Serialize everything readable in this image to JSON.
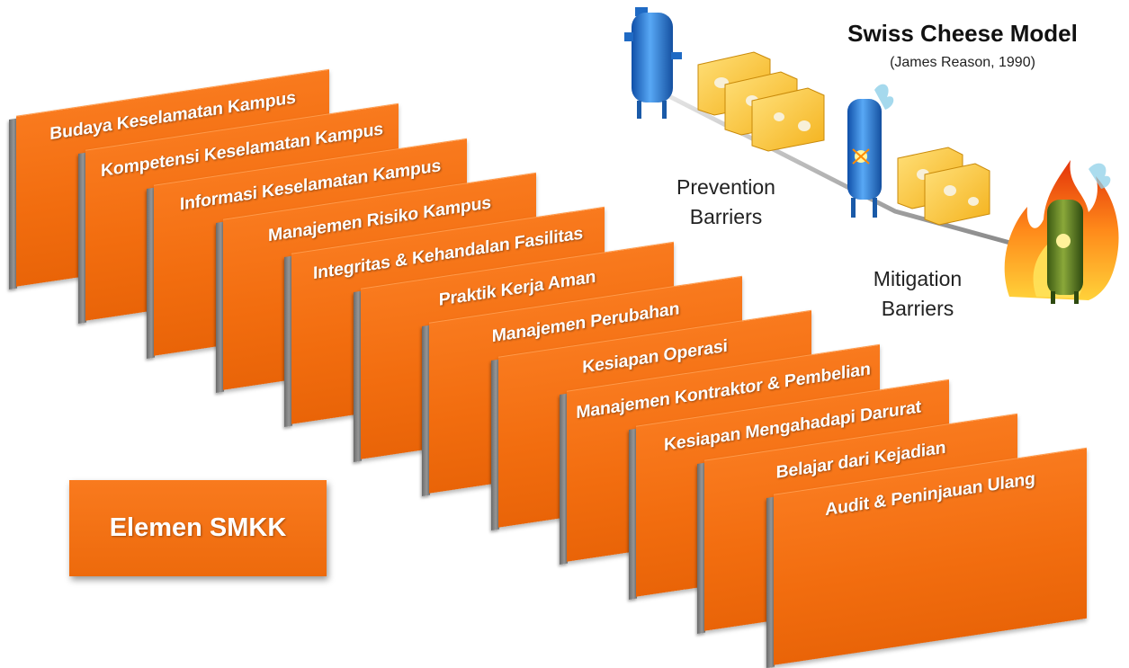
{
  "title": "Swiss Cheese Model",
  "subtitle": "(James Reason, 1990)",
  "prevention": {
    "line1": "Prevention",
    "line2": "Barriers"
  },
  "mitigation": {
    "line1": "Mitigation",
    "line2": "Barriers"
  },
  "elemen_label": "Elemen SMKK",
  "elements": [
    "Budaya Keselamatan Kampus",
    "Kompetensi Keselamatan Kampus",
    "Informasi Keselamatan Kampus",
    "Manajemen Risiko Kampus",
    "Integritas & Kehandalan Fasilitas",
    "Praktik Kerja Aman",
    "Manajemen Perubahan",
    "Kesiapan Operasi",
    "Manajemen Kontraktor & Pembelian",
    "Kesiapan Mengahadapi Darurat",
    "Belajar dari Kejadian",
    "Audit & Peninjauan Ulang"
  ],
  "colors": {
    "panel_orange": "#f2700f",
    "panel_edge": "#808080",
    "cheese": "#f9c12a",
    "tank": "#2a7fd4",
    "fire": "#ff6a00"
  },
  "icons": [
    "vessel-tank-icon",
    "cheese-slice-icon",
    "fire-icon",
    "spark-icon",
    "arrow-icon"
  ]
}
